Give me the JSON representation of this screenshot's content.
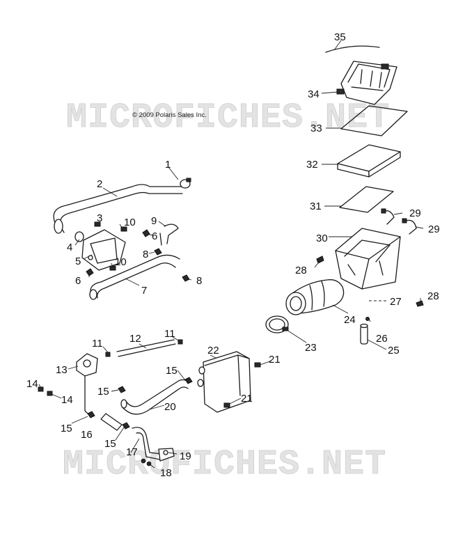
{
  "copyright": "© 2009 Polaris Sales Inc.",
  "watermark": "MICROFICHES.NET",
  "callouts": [
    "1",
    "2",
    "3",
    "4",
    "5",
    "6",
    "7",
    "8",
    "9",
    "10",
    "11",
    "12",
    "13",
    "14",
    "15",
    "16",
    "17",
    "18",
    "19",
    "20",
    "21",
    "22",
    "23",
    "24",
    "25",
    "26",
    "27",
    "28",
    "29",
    "30",
    "31",
    "32",
    "33",
    "34",
    "35"
  ],
  "colors": {
    "line": "#1a1a1a",
    "watermark": "#d9d9d9",
    "background": "#ffffff"
  }
}
